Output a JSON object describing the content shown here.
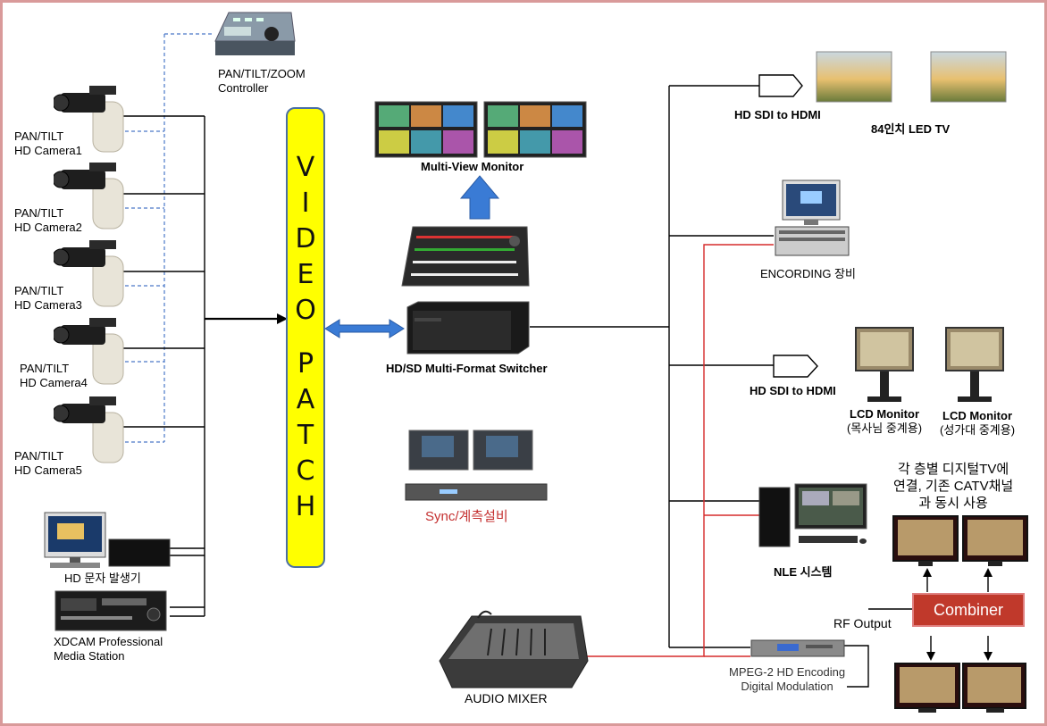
{
  "controller": {
    "label_line1": "PAN/TILT/ZOOM",
    "label_line2": "Controller"
  },
  "cameras": [
    {
      "line1": "PAN/TILT",
      "line2": "HD  Camera1"
    },
    {
      "line1": "PAN/TILT",
      "line2": "HD  Camera2"
    },
    {
      "line1": "PAN/TILT",
      "line2": "HD  Camera3"
    },
    {
      "line1": "PAN/TILT",
      "line2": "HD  Camera4"
    },
    {
      "line1": "PAN/TILT",
      "line2": "HD  Camera5"
    }
  ],
  "char_generator": {
    "label": "HD  문자  발생기"
  },
  "xdcam": {
    "line1": "XDCAM  Professional",
    "line2": "Media  Station"
  },
  "video_patch": {
    "letters": [
      "V",
      "I",
      "D",
      "E",
      "O",
      "",
      "P",
      "A",
      "T",
      "C",
      "H"
    ]
  },
  "multiview": {
    "label": "Multi-View Monitor"
  },
  "switcher": {
    "label": "HD/SD Multi-Format Switcher"
  },
  "sync": {
    "label": "Sync/계측설비"
  },
  "audio_mixer": {
    "label": "AUDIO  MIXER"
  },
  "right": {
    "sdi1": "HD SDI to HDMI",
    "led_tv": "84인치 LED TV",
    "encoding": "ENCORDING 장비",
    "sdi2": "HD SDI to HDMI",
    "lcd1_line1": "LCD Monitor",
    "lcd1_line2": "(목사님 중계용)",
    "lcd2_line1": "LCD Monitor",
    "lcd2_line2": "(성가대 중계용)",
    "digital_tv_line1": "각 층별 디지털TV에",
    "digital_tv_line2": "연결, 기존 CATV채널",
    "digital_tv_line3": "과 동시 사용",
    "nle": "NLE 시스템",
    "combiner": "Combiner",
    "rf_output": "RF Output",
    "mpeg_line1": "MPEG-2 HD Encoding",
    "mpeg_line2": "Digital Modulation"
  },
  "colors": {
    "patch_fill": "#ffff00",
    "arrow_blue": "#3a7bd5",
    "red_line": "#d62b2b",
    "combiner": "#c0392b",
    "frame": "#d99a9a"
  }
}
